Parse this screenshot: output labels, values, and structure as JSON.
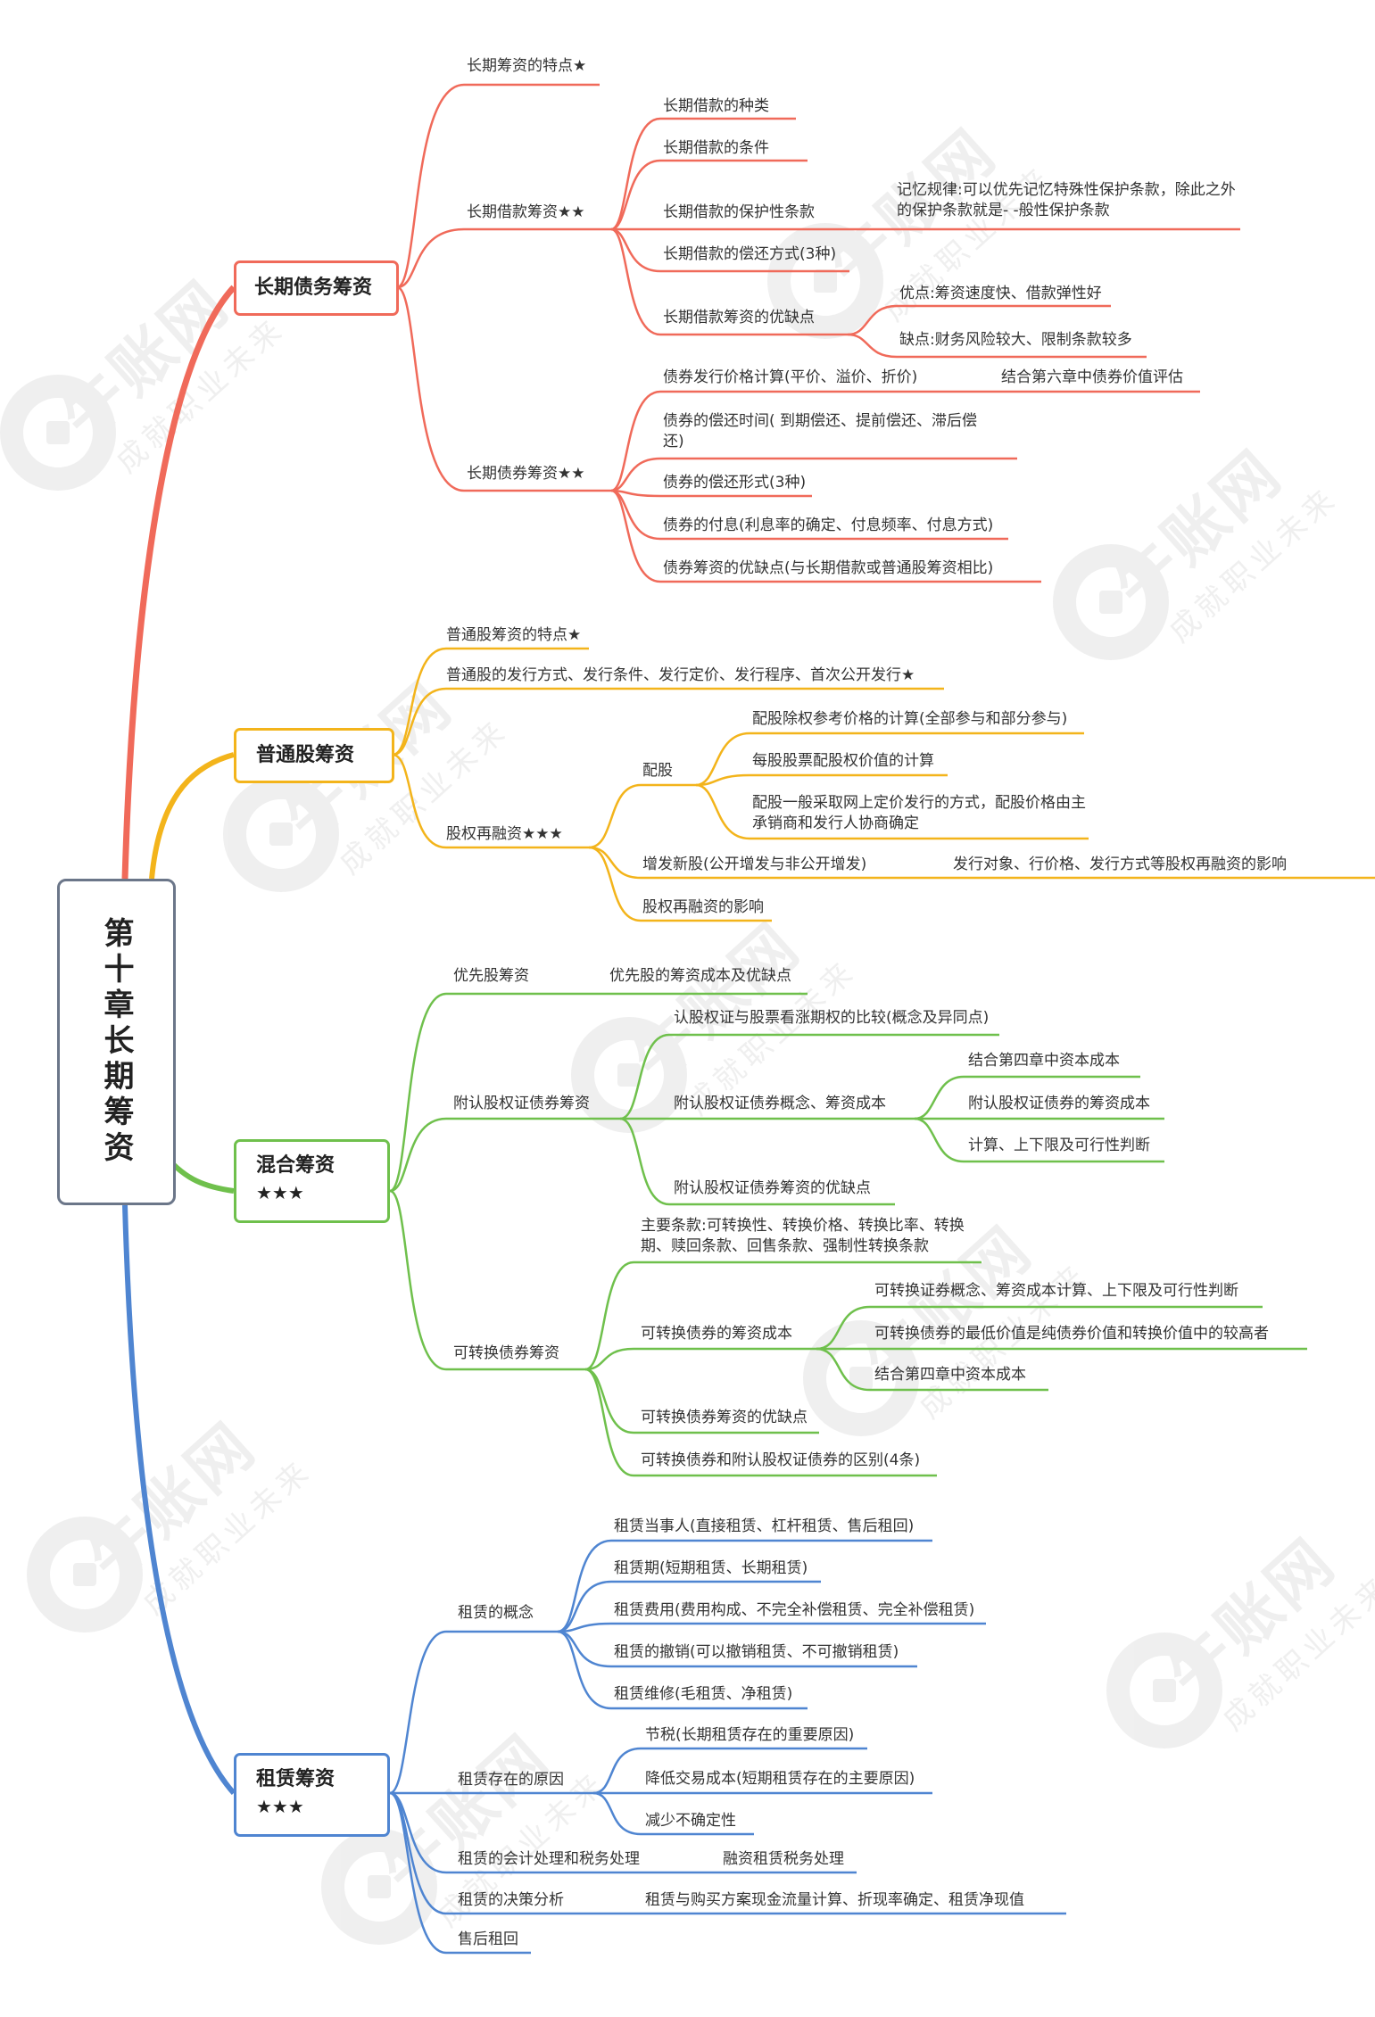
{
  "root": "第十章长期筹资",
  "colors": {
    "red": "#f06a5a",
    "orange": "#f3b41b",
    "green": "#6fc04c",
    "blue": "#4f85d1"
  },
  "watermark": {
    "brand": "牛账网",
    "slogan": "成就职业未来"
  },
  "branches": {
    "debt": {
      "title": "长期债务筹资",
      "n1": "长期筹资的特点★",
      "loan": "长期借款筹资★★",
      "loan_kinds": "长期借款的种类",
      "loan_conditions": "长期借款的条件",
      "loan_protect": "长期借款的保护性条款",
      "loan_protect_note": "记忆规律:可以优先记忆特殊性保护条款，除此之外的保护条款就是- -般性保护条款",
      "loan_repay": "长期借款的偿还方式(3种)",
      "loan_pros": "长期借款筹资的优缺点",
      "loan_pro": "优点:筹资速度快、借款弹性好",
      "loan_con": "缺点:财务风险较大、限制条款较多",
      "bond": "长期债券筹资★★",
      "bond_price": "债券发行价格计算(平价、溢价、折价)",
      "bond_price_note": "结合第六章中债券价值评估",
      "bond_time": "债券的偿还时间( 到期偿还、提前偿还、滞后偿还)",
      "bond_form": "债券的偿还形式(3种)",
      "bond_interest": "债券的付息(利息率的确定、付息频率、付息方式)",
      "bond_pros": "债券筹资的优缺点(与长期借款或普通股筹资相比)"
    },
    "equity": {
      "title": "普通股筹资",
      "e1": "普通股筹资的特点★",
      "e2": "普通股的发行方式、发行条件、发行定价、发行程序、首次公开发行★",
      "refin": "股权再融资★★★",
      "rights": "配股",
      "rights_1": "配股除权参考价格的计算(全部参与和部分参与)",
      "rights_2": "每股股票配股权价值的计算",
      "rights_3": "配股一般采取网上定价发行的方式，配股价格由主承销商和发行人协商确定",
      "seo": "增发新股(公开增发与非公开增发)",
      "seo_note": "发行对象、行价格、发行方式等股权再融资的影响",
      "refin_effect": "股权再融资的影响"
    },
    "hybrid": {
      "title": "混合筹资",
      "stars": "★★★",
      "pref": "优先股筹资",
      "pref_note": "优先股的筹资成本及优缺点",
      "warrant": "附认股权证债券筹资",
      "w1": "认股权证与股票看涨期权的比较(概念及异同点)",
      "w2": "附认股权证债券概念、筹资成本",
      "w2a": "结合第四章中资本成本",
      "w2b": "附认股权证债券的筹资成本",
      "w2c": "计算、上下限及可行性判断",
      "w3": "附认股权证债券筹资的优缺点",
      "conv": "可转换债券筹资",
      "c1": "主要条款:可转换性、转换价格、转换比率、转换期、赎回条款、回售条款、强制性转换条款",
      "c2": "可转换债券的筹资成本",
      "c2a": "可转换证券概念、筹资成本计算、上下限及可行性判断",
      "c2b": "可转换债券的最低价值是纯债券价值和转换价值中的较高者",
      "c2c": "结合第四章中资本成本",
      "c3": "可转换债券筹资的优缺点",
      "c4": "可转换债券和附认股权证债券的区别(4条)"
    },
    "lease": {
      "title": "租赁筹资",
      "stars": "★★★",
      "concept": "租赁的概念",
      "k1": "租赁当事人(直接租赁、杠杆租赁、售后租回)",
      "k2": "租赁期(短期租赁、长期租赁)",
      "k3": "租赁费用(费用构成、不完全补偿租赁、完全补偿租赁)",
      "k4": "租赁的撤销(可以撤销租赁、不可撤销租赁)",
      "k5": "租赁维修(毛租赁、净租赁)",
      "reason": "租赁存在的原因",
      "r1": "节税(长期租赁存在的重要原因)",
      "r2": "降低交易成本(短期租赁存在的主要原因)",
      "r3": "减少不确定性",
      "acct": "租赁的会计处理和税务处理",
      "acct_note": "融资租赁税务处理",
      "decision": "租赁的决策分析",
      "decision_note": "租赁与购买方案现金流量计算、折现率确定、租赁净现值",
      "slb": "售后租回"
    }
  }
}
